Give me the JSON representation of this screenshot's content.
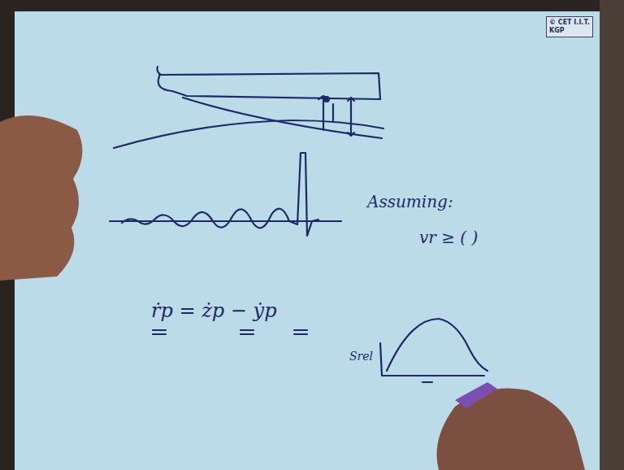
{
  "diagram": {
    "nodes": [
      {
        "text": [
          "© CET I.I.T. KGP"
        ]
      }
    ],
    "labels": [
      "Assuming:",
      "vr ≥ ( )",
      "ṙp = żp − ẏp",
      "Srel"
    ]
  }
}
